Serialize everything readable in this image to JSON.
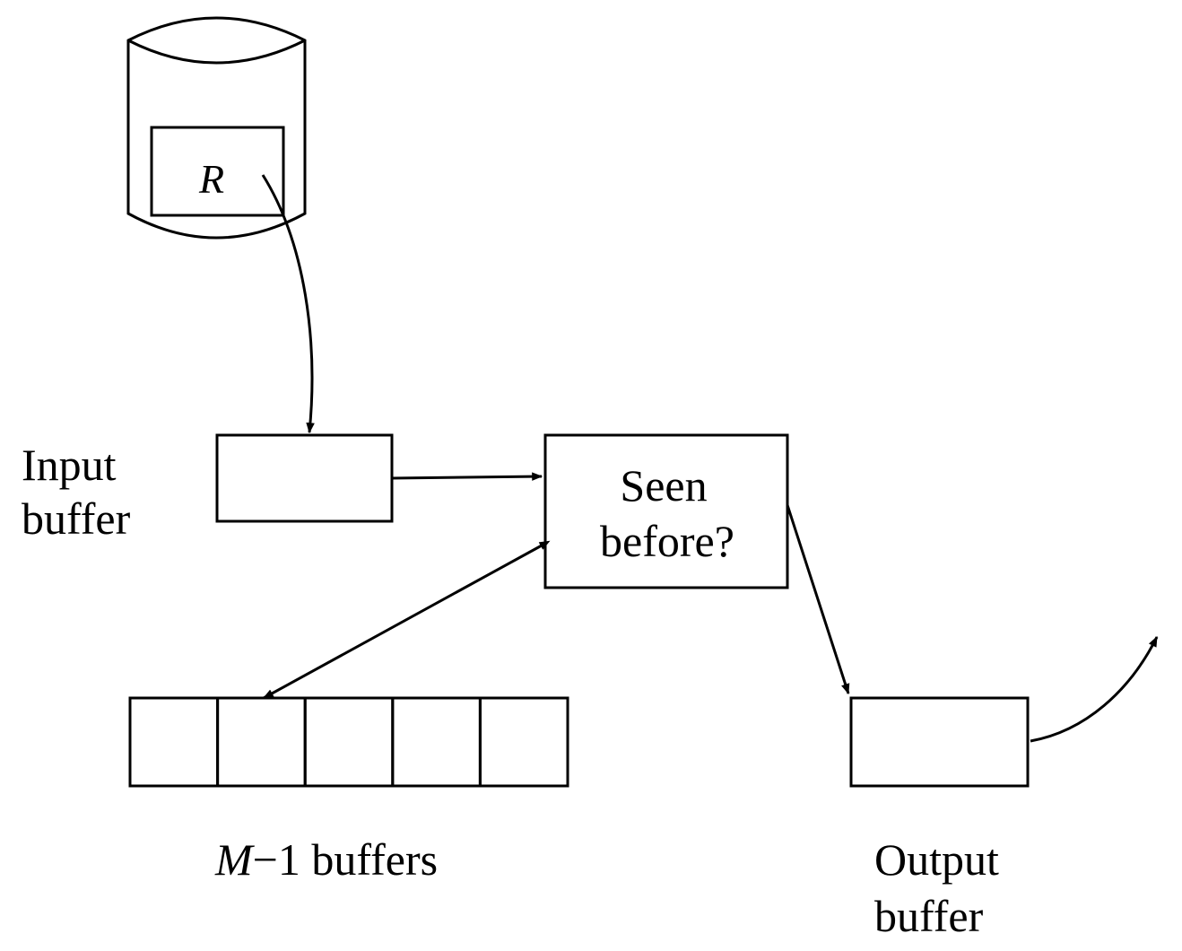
{
  "diagram": {
    "relation_label": "R",
    "input_buffer_label": [
      "Input",
      "buffer"
    ],
    "decision_label": [
      "Seen",
      "before?"
    ],
    "memory_buffers_label": {
      "var": "M",
      "rest": "−1 buffers"
    },
    "output_buffer_label": [
      "Output",
      "buffer"
    ],
    "memory_buffer_count": 5
  }
}
